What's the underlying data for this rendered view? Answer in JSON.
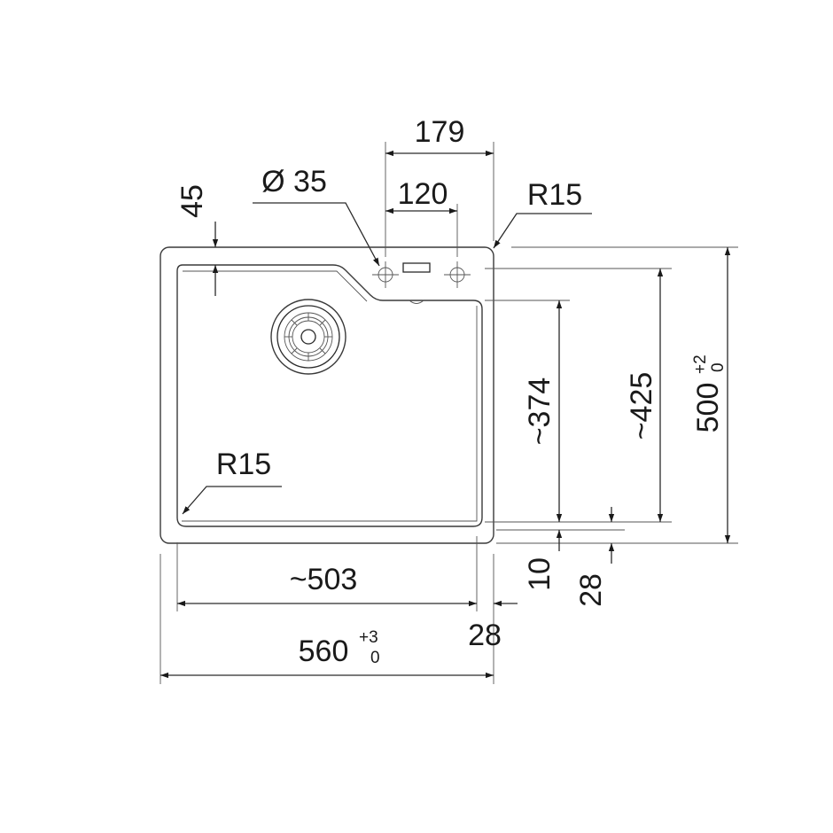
{
  "diagram": {
    "dims": {
      "d179": "179",
      "d120": "120",
      "dia35": "Ø 35",
      "r15_top": "R15",
      "d45": "45",
      "r15_left": "R15",
      "d374": "~374",
      "d425": "~425",
      "d500": "500",
      "d500_tol_top": "+2",
      "d500_tol_bot": "0",
      "d503": "~503",
      "d560": "560",
      "d560_tol_top": "+3",
      "d560_tol_bot": "0",
      "d28_bottom": "28",
      "d10": "10",
      "d28_right": "28"
    },
    "colors": {
      "line": "#2a2a2a",
      "background": "#ffffff"
    }
  }
}
